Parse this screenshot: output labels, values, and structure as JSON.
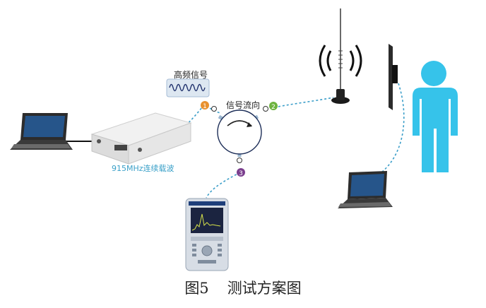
{
  "diagram": {
    "signal_label": "高频信号",
    "flow_label": "信号流向",
    "carrier_label": "915MHz连续载波",
    "ports": [
      "1",
      "2",
      "3"
    ],
    "port_colors": [
      "#e8912f",
      "#6db33f",
      "#7b3f8e"
    ],
    "caption_fig": "图5",
    "caption_title": "测试方案图"
  }
}
